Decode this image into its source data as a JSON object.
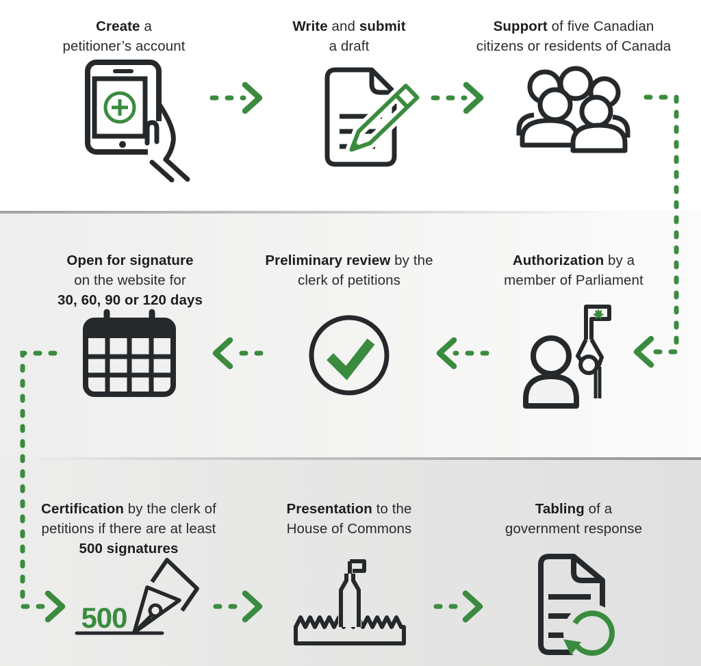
{
  "diagram_subject": "Petition process flow",
  "colors": {
    "green": "#3b8b3f",
    "ink": "#26292b",
    "band_top": "#ffffff",
    "band_middle_left": "#eeeeee",
    "band_middle_right": "#fbfbfb",
    "band_bottom_left": "#ededec",
    "band_bottom_right": "#e0e0e0"
  },
  "steps": [
    {
      "id": 1,
      "icon": "tablet-add-account-icon",
      "lines": [
        [
          {
            "text": "Create",
            "bold": true
          },
          {
            "text": " a",
            "bold": false
          }
        ],
        [
          {
            "text": "petitioner’s account",
            "bold": false
          }
        ]
      ]
    },
    {
      "id": 2,
      "icon": "document-pencil-icon",
      "lines": [
        [
          {
            "text": "Write",
            "bold": true
          },
          {
            "text": " and ",
            "bold": false
          },
          {
            "text": "submit",
            "bold": true
          }
        ],
        [
          {
            "text": "a draft",
            "bold": false
          }
        ]
      ]
    },
    {
      "id": 3,
      "icon": "group-of-people-icon",
      "lines": [
        [
          {
            "text": "Support",
            "bold": true
          },
          {
            "text": " of five Canadian",
            "bold": false
          }
        ],
        [
          {
            "text": "citizens or residents of Canada",
            "bold": false
          }
        ]
      ]
    },
    {
      "id": 4,
      "icon": "member-of-parliament-flag-icon",
      "lines": [
        [
          {
            "text": "Authorization",
            "bold": true
          },
          {
            "text": " by a",
            "bold": false
          }
        ],
        [
          {
            "text": "member of Parliament",
            "bold": false
          }
        ]
      ]
    },
    {
      "id": 5,
      "icon": "checkmark-circle-icon",
      "lines": [
        [
          {
            "text": "Preliminary review",
            "bold": true
          },
          {
            "text": " by the",
            "bold": false
          }
        ],
        [
          {
            "text": "clerk of petitions",
            "bold": false
          }
        ]
      ]
    },
    {
      "id": 6,
      "icon": "calendar-icon",
      "lines": [
        [
          {
            "text": "Open for signature",
            "bold": true
          }
        ],
        [
          {
            "text": "on the website for",
            "bold": false
          }
        ],
        [
          {
            "text": "30, 60, 90 or 120 days",
            "bold": true
          }
        ]
      ]
    },
    {
      "id": 7,
      "icon": "pen-nib-icon",
      "icon_text": "500",
      "lines": [
        [
          {
            "text": "Certification",
            "bold": true
          },
          {
            "text": " by the clerk of",
            "bold": false
          }
        ],
        [
          {
            "text": "petitions if there are at least",
            "bold": false
          }
        ],
        [
          {
            "text": "500 signatures",
            "bold": true
          }
        ]
      ]
    },
    {
      "id": 8,
      "icon": "parliament-building-icon",
      "lines": [
        [
          {
            "text": "Presentation",
            "bold": true
          },
          {
            "text": " to the",
            "bold": false
          }
        ],
        [
          {
            "text": "House of Commons",
            "bold": false
          }
        ]
      ]
    },
    {
      "id": 9,
      "icon": "document-refresh-icon",
      "lines": [
        [
          {
            "text": "Tabling",
            "bold": true
          },
          {
            "text": " of a",
            "bold": false
          }
        ],
        [
          {
            "text": "government response",
            "bold": false
          }
        ]
      ]
    }
  ]
}
